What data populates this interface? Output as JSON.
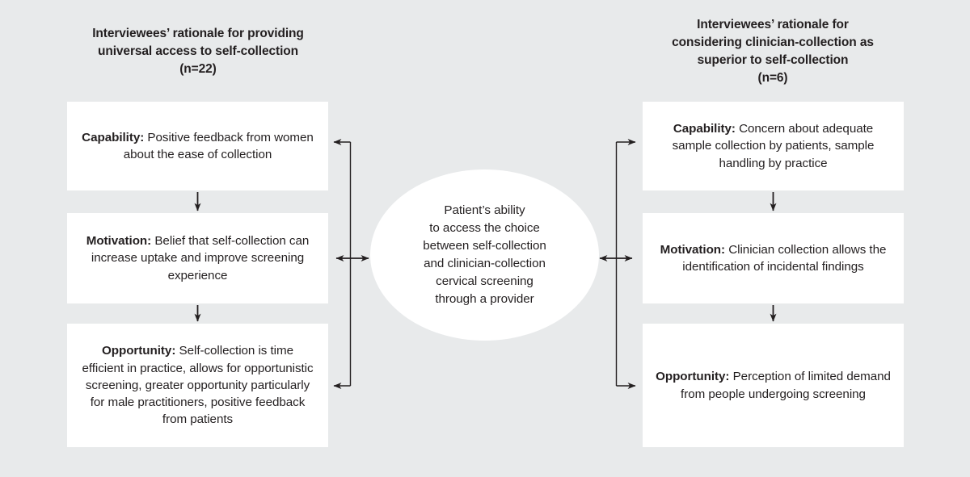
{
  "diagram": {
    "type": "flow-diagram",
    "background_color": "#e8eaeb",
    "box_color": "#ffffff",
    "text_color": "#231f20",
    "center": {
      "shape": "ellipse",
      "lines": [
        "Patient’s ability",
        "to access the choice",
        "between self-collection",
        "and clinician-collection",
        "cervical screening",
        "through a provider"
      ]
    },
    "left_column": {
      "heading_lines": [
        "Interviewees’ rationale for providing",
        "universal access to self-collection",
        "(n=22)"
      ],
      "nodes": [
        {
          "label": "Capability:",
          "body": " Positive feedback from women about the ease of collection"
        },
        {
          "label": "Motivation:",
          "body": " Belief that self-collection can increase uptake and improve screening experience"
        },
        {
          "label": "Opportunity:",
          "body": " Self-collection is time efficient in practice, allows for opportunistic screening, greater opportunity particularly for male practitioners, positive feedback from patients"
        }
      ]
    },
    "right_column": {
      "heading_lines": [
        "Interviewees’ rationale for",
        "considering clinician-collection as",
        "superior to self-collection",
        "(n=6)"
      ],
      "nodes": [
        {
          "label": "Capability:",
          "body": " Concern about adequate sample collection by patients, sample handling by practice"
        },
        {
          "label": "Motivation:",
          "body": " Clinician collection allows the identification of incidental findings"
        },
        {
          "label": "Opportunity:",
          "body": " Perception of limited demand from people undergoing screening"
        }
      ]
    }
  }
}
